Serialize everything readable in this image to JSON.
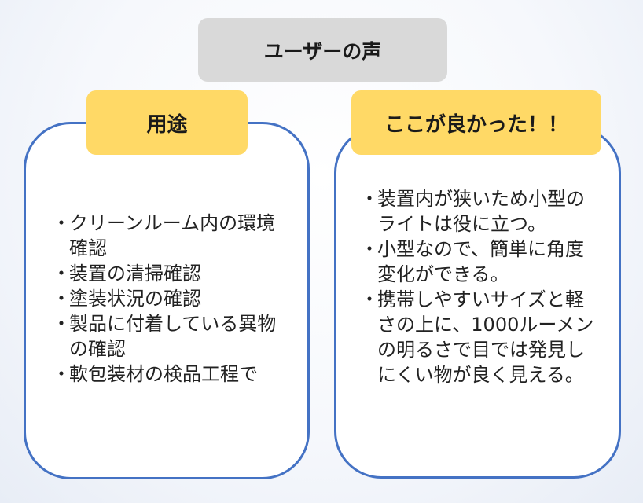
{
  "header": {
    "title": "ユーザーの声"
  },
  "left_card": {
    "label": "用途",
    "items": [
      "クリーンルーム内の環境確認",
      "装置の清掃確認",
      "塗装状況の確認",
      "製品に付着している異物の確認",
      "軟包装材の検品工程で"
    ]
  },
  "right_card": {
    "label": "ここが良かった！！",
    "items": [
      "装置内が狭いため小型のライトは役に立つ。",
      "小型なので、簡単に角度変化ができる。",
      "携帯しやすいサイズと軽さの上に、1000ルーメンの明るさで目では発見しにくい物が良く見える。"
    ]
  },
  "bullet": "・",
  "colors": {
    "card_border": "#4472c4",
    "label_fill": "#ffd966",
    "title_fill": "#d9d9d9"
  }
}
